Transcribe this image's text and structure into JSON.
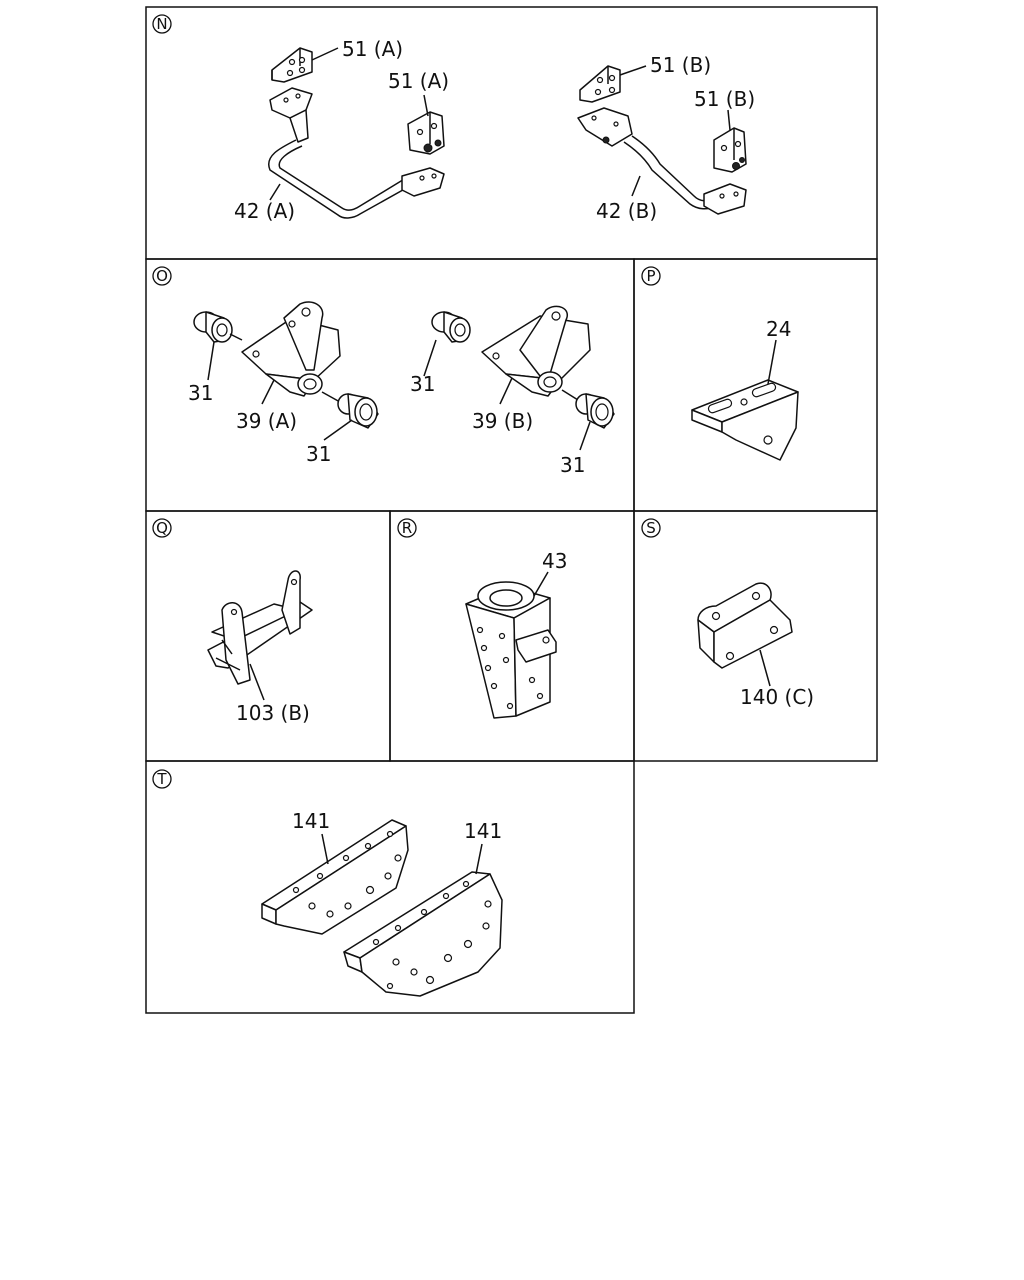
{
  "panels": {
    "n": {
      "letter": "N",
      "labels": [
        "51 (A)",
        "51 (A)",
        "42 (A)",
        "51 (B)",
        "51 (B)",
        "42 (B)"
      ]
    },
    "o": {
      "letter": "O",
      "labels": [
        "31",
        "39 (A)",
        "31",
        "31",
        "39 (B)",
        "31"
      ]
    },
    "p": {
      "letter": "P",
      "labels": [
        "24"
      ]
    },
    "q": {
      "letter": "Q",
      "labels": [
        "103 (B)"
      ]
    },
    "r": {
      "letter": "R",
      "labels": [
        "43"
      ]
    },
    "s": {
      "letter": "S",
      "labels": [
        "140 (C)"
      ]
    },
    "t": {
      "letter": "T",
      "labels": [
        "141",
        "141"
      ]
    }
  }
}
